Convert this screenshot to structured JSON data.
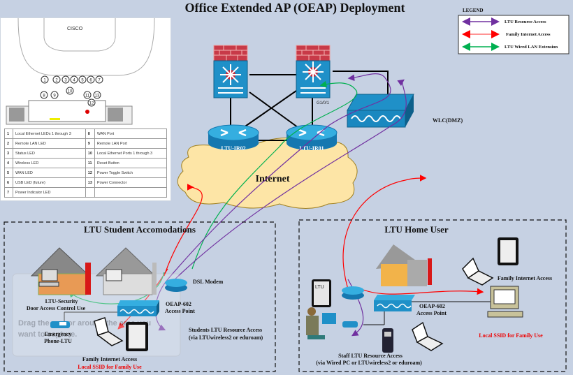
{
  "title": "Office Extended AP (OEAP) Deployment",
  "legend": {
    "heading": "LEGEND",
    "items": [
      {
        "label": "LTU Resource Access",
        "color": "#7030a0"
      },
      {
        "label": "Family Internet Access",
        "color": "#ff0000"
      },
      {
        "label": "LTU Wired LAN Extension",
        "color": "#00b050"
      }
    ]
  },
  "ap_reference": {
    "brand": "CISCO",
    "callouts": [
      "1",
      "2",
      "3",
      "4",
      "5",
      "6",
      "7",
      "8",
      "9",
      "10",
      "11",
      "12",
      "13"
    ],
    "table": [
      [
        "1",
        "Local Ethernet LEDs 1 through 3",
        "8",
        "WAN Port"
      ],
      [
        "2",
        "Remote LAN LED",
        "9",
        "Remote LAN Port"
      ],
      [
        "3",
        "Status LED",
        "10",
        "Local Ethernet Ports 1 through 3"
      ],
      [
        "4",
        "Wireless LED",
        "11",
        "Reset Button"
      ],
      [
        "5",
        "WAN LED",
        "12",
        "Power Toggle Switch"
      ],
      [
        "6",
        "USB LED (future)",
        "13",
        "Power Connector"
      ],
      [
        "7",
        "Power Indicator LED",
        "",
        ""
      ]
    ]
  },
  "core": {
    "router1": "LTU-IR02",
    "router2": "LTU-IR01",
    "port_label": "G1/0/1",
    "wlc": "WLC(DMZ)",
    "cloud": "Internet"
  },
  "student": {
    "title": "LTU Student Accomodations",
    "dsl_modem": "DSL Modem",
    "ap_line1": "OEAP-602",
    "ap_line2": "Access Point",
    "security_line1": "LTU-Security",
    "security_line2": "Door Access Control Use",
    "phone_line1": "Emergency",
    "phone_line2": "Phone-LTU",
    "resource_line1": "Students LTU Resource Access",
    "resource_line2": "(via LTUwireless2 or eduroam)",
    "family": "Family Internet Access",
    "ssid": "Local SSID for Family Use"
  },
  "home": {
    "title": "LTU Home User",
    "tablet_label": "LTU",
    "ap_line1": "OEAP-602",
    "ap_line2": "Access Point",
    "family": "Family Internet Access",
    "ssid": "Local SSID for Family Use",
    "staff_line1": "Staff LTU Resource Access",
    "staff_line2": "(via Wired PC or LTUwireless2 or eduroam)"
  },
  "overlay_text": {
    "line1": "Drag the cursor around the area you",
    "line2": "want to capture."
  }
}
